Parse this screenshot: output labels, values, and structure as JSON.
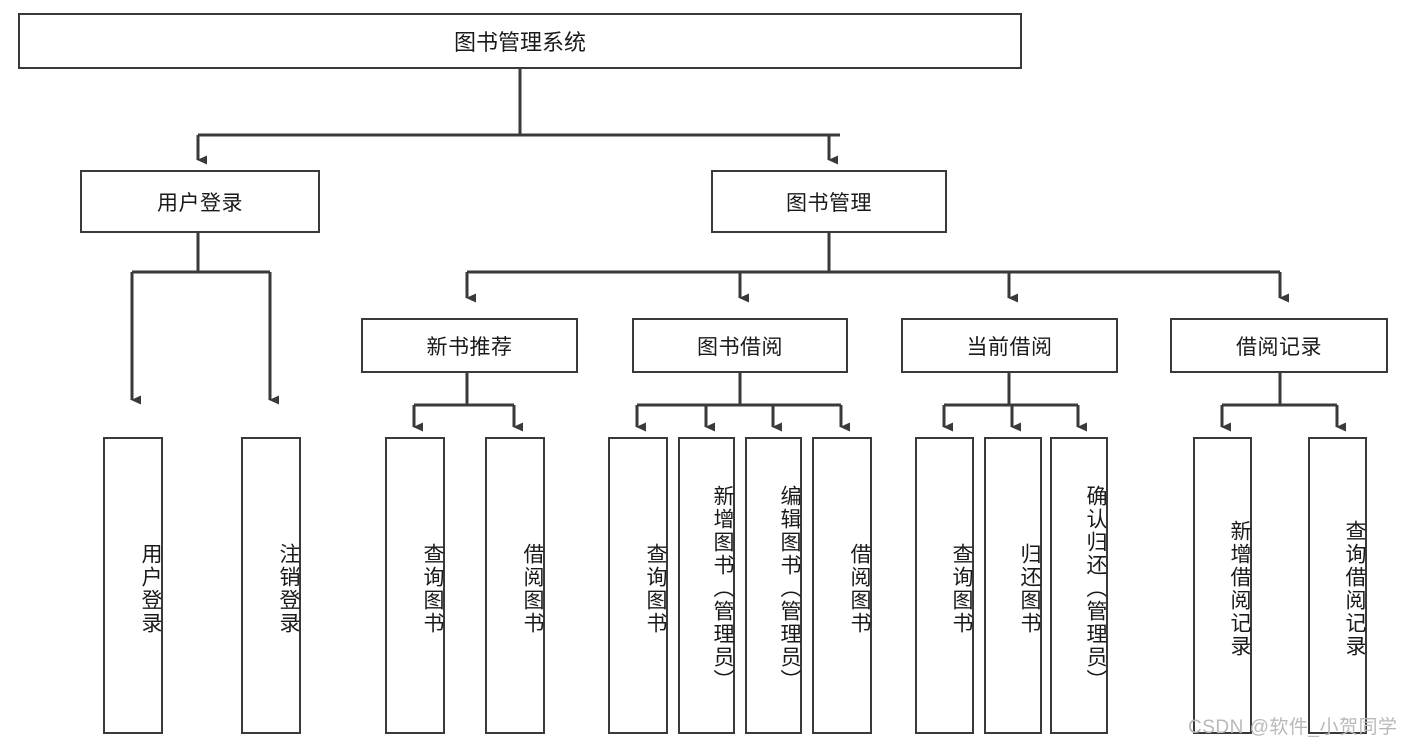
{
  "diagram": {
    "type": "hierarchy-tree",
    "title": "图书管理系统",
    "root": {
      "label": "图书管理系统"
    },
    "level2": [
      {
        "label": "用户登录"
      },
      {
        "label": "图书管理"
      }
    ],
    "level3": [
      {
        "label": "新书推荐",
        "parent": "图书管理"
      },
      {
        "label": "图书借阅",
        "parent": "图书管理"
      },
      {
        "label": "当前借阅",
        "parent": "图书管理"
      },
      {
        "label": "借阅记录",
        "parent": "图书管理"
      }
    ],
    "leaves": {
      "user_login": [
        {
          "label": "用户登录"
        },
        {
          "label": "注销登录"
        }
      ],
      "new_book_recommend": [
        {
          "label": "查询图书"
        },
        {
          "label": "借阅图书"
        }
      ],
      "book_borrow": [
        {
          "label": "查询图书"
        },
        {
          "label": "新增图书（管理员）"
        },
        {
          "label": "编辑图书（管理员）"
        },
        {
          "label": "借阅图书"
        }
      ],
      "current_borrow": [
        {
          "label": "查询图书"
        },
        {
          "label": "归还图书"
        },
        {
          "label": "确认归还（管理员）"
        }
      ],
      "borrow_records": [
        {
          "label": "新增借阅记录"
        },
        {
          "label": "查询借阅记录"
        }
      ]
    }
  },
  "watermark": {
    "text": "CSDN @软件_小贺同学"
  },
  "colors": {
    "border": "#3a3a3a",
    "text": "#1a1a1a",
    "background": "#ffffff",
    "watermark": "#b9b9b9"
  }
}
